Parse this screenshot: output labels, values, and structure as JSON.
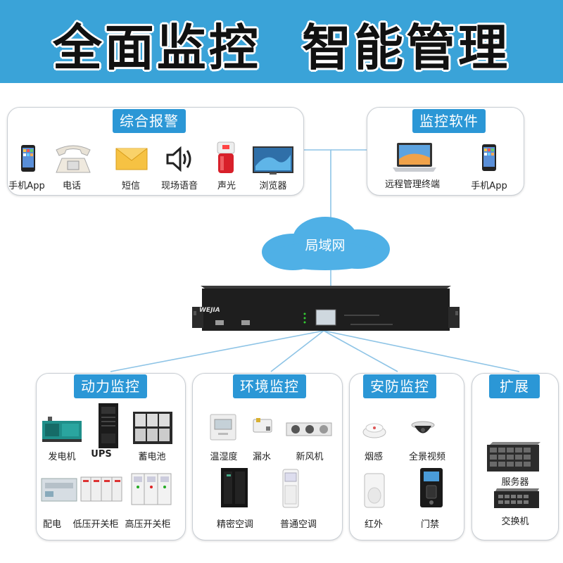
{
  "banner": {
    "title": "全面监控  智能管理"
  },
  "alarm": {
    "title": "综合报警",
    "items": [
      {
        "label": "手机App",
        "icon": "smartphone-icon"
      },
      {
        "label": "电话",
        "icon": "telephone-icon"
      },
      {
        "label": "短信",
        "icon": "envelope-icon"
      },
      {
        "label": "现场语音",
        "icon": "speaker-icon"
      },
      {
        "label": "声光",
        "icon": "alarm-light-icon"
      },
      {
        "label": "浏览器",
        "icon": "monitor-icon"
      }
    ]
  },
  "software": {
    "title": "监控软件",
    "items": [
      {
        "label": "远程管理终端",
        "icon": "laptop-icon"
      },
      {
        "label": "手机App",
        "icon": "smartphone-icon"
      }
    ]
  },
  "network": {
    "label": "局域网"
  },
  "device": {
    "brand": "WEJIA"
  },
  "power": {
    "title": "动力监控",
    "items": [
      {
        "label": "发电机",
        "icon": "generator-icon"
      },
      {
        "label": "UPS",
        "icon": "ups-icon"
      },
      {
        "label": "蓄电池",
        "icon": "battery-icon"
      },
      {
        "label": "配电",
        "icon": "distribution-icon"
      },
      {
        "label": "低压开关柜",
        "icon": "low-voltage-cabinet-icon"
      },
      {
        "label": "高压开关柜",
        "icon": "high-voltage-cabinet-icon"
      }
    ]
  },
  "environment": {
    "title": "环境监控",
    "items": [
      {
        "label": "温湿度",
        "icon": "thermo-hygrometer-icon"
      },
      {
        "label": "漏水",
        "icon": "water-leak-sensor-icon"
      },
      {
        "label": "新风机",
        "icon": "fresh-air-unit-icon"
      },
      {
        "label": "精密空调",
        "icon": "precision-ac-icon"
      },
      {
        "label": "普通空调",
        "icon": "standard-ac-icon"
      }
    ]
  },
  "security": {
    "title": "安防监控",
    "items": [
      {
        "label": "烟感",
        "icon": "smoke-detector-icon"
      },
      {
        "label": "全景视频",
        "icon": "dome-camera-icon"
      },
      {
        "label": "红外",
        "icon": "infrared-sensor-icon"
      },
      {
        "label": "门禁",
        "icon": "access-control-icon"
      }
    ]
  },
  "expansion": {
    "title": "扩展",
    "items": [
      {
        "label": "服务器",
        "icon": "server-icon"
      },
      {
        "label": "交换机",
        "icon": "switch-icon"
      }
    ]
  },
  "colors": {
    "banner": "#3aa3d8",
    "tag": "#2b97d6",
    "cloud": "#4fb0e6",
    "line": "#8ec4e6",
    "device": "#1e1e1e"
  }
}
